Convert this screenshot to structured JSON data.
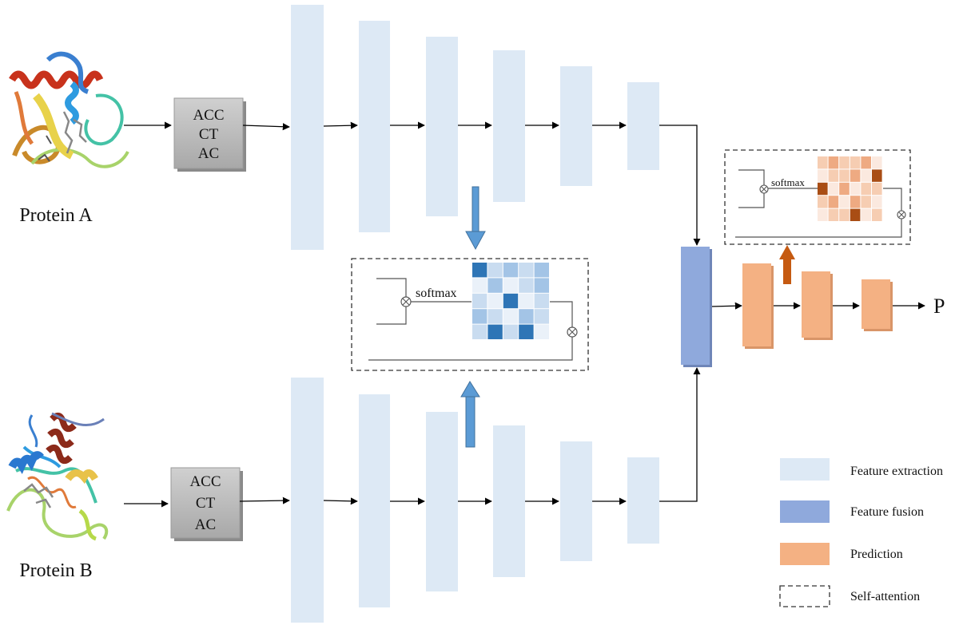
{
  "proteins": [
    {
      "label": "Protein A",
      "icon": "protein-structure-icon"
    },
    {
      "label": "Protein B",
      "icon": "protein-structure-icon"
    }
  ],
  "encoding_lines": [
    "ACC",
    "CT",
    "AC"
  ],
  "attention_label": "softmax",
  "output_label": "P",
  "legend": {
    "extraction": "Feature extraction",
    "fusion": "Feature fusion",
    "prediction": "Prediction",
    "attention": "Self-attention"
  },
  "colors": {
    "extraction": "#dde9f5",
    "fusion": "#8fa9dc",
    "prediction": "#f4b183",
    "blue_arrow": "#5b9bd5",
    "orange_arrow": "#c55a11",
    "encoder_box": "#b5b5b5"
  },
  "attention_matrices": {
    "blue": [
      [
        4,
        1,
        2,
        1,
        2
      ],
      [
        0,
        2,
        0,
        1,
        2
      ],
      [
        1,
        0,
        4,
        0,
        1
      ],
      [
        2,
        1,
        0,
        2,
        1
      ],
      [
        1,
        4,
        1,
        4,
        0
      ]
    ],
    "orange": [
      [
        1,
        2,
        1,
        1,
        2,
        0
      ],
      [
        0,
        1,
        1,
        2,
        0,
        4
      ],
      [
        4,
        0,
        2,
        0,
        1,
        1
      ],
      [
        1,
        2,
        0,
        2,
        1,
        0
      ],
      [
        0,
        1,
        1,
        4,
        0,
        1
      ]
    ]
  }
}
